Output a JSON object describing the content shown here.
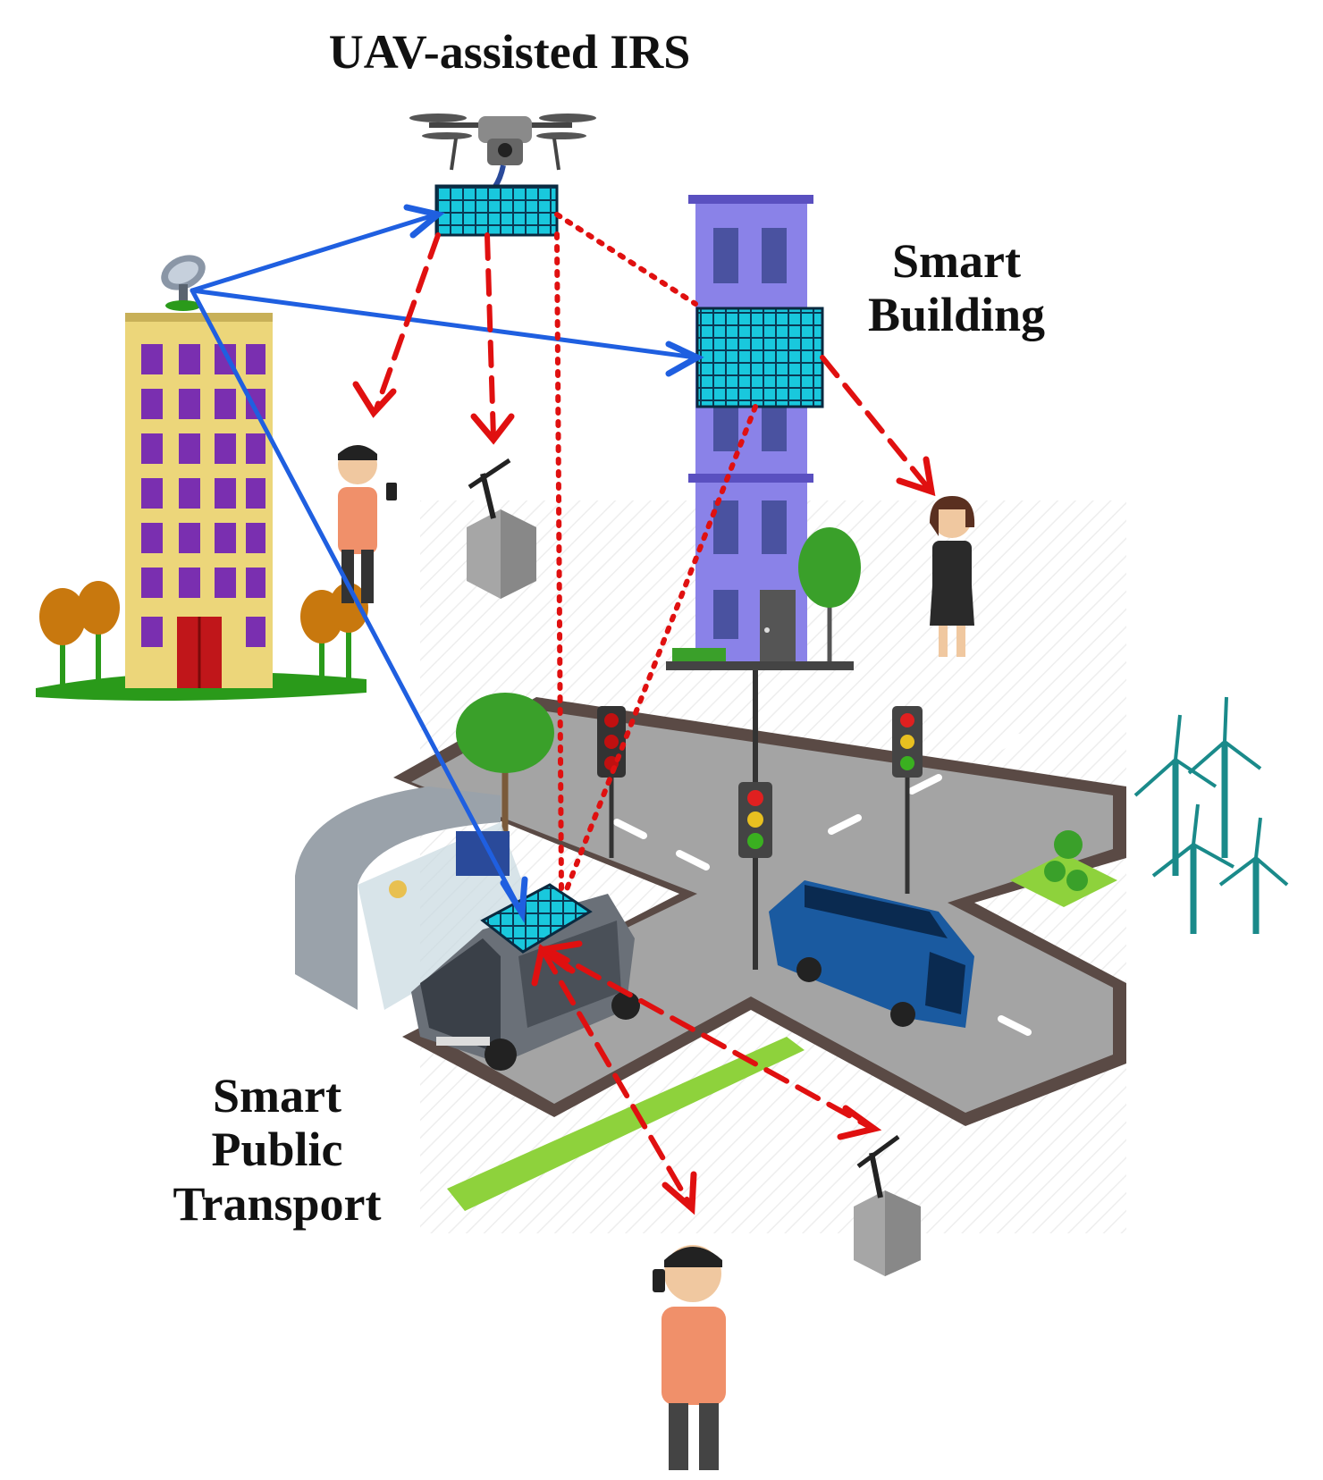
{
  "labels": {
    "uav_irs": "UAV-assisted IRS",
    "smart_building": [
      "Smart",
      "Building"
    ],
    "smart_public_transport": [
      "Smart",
      "Public",
      "Transport"
    ]
  },
  "colors": {
    "direct_link": "#1f5fe0",
    "reflected_link": "#e01010",
    "irs_panel": "#19c8dd",
    "bs_building": "#ecd67a",
    "bs_windows": "#7a2fb0",
    "smart_building": "#8a82e8",
    "grass": "#2a9a1a",
    "road": "#9a9a9a"
  }
}
